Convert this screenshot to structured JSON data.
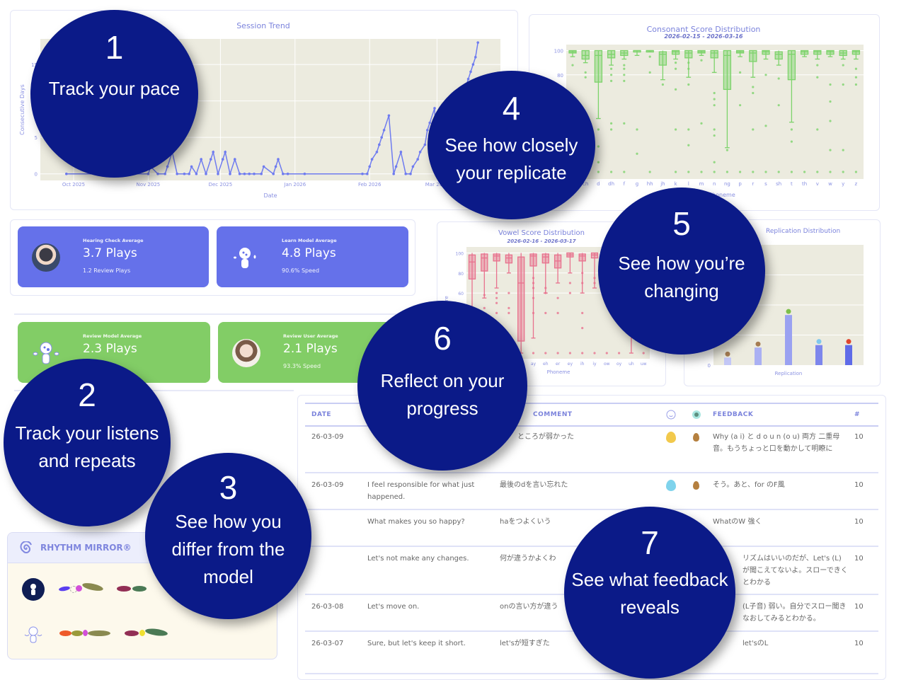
{
  "session_trend": {
    "chart_data": {
      "type": "line",
      "title": "Session Trend",
      "xlabel": "Date",
      "ylabel": "Consecutive Days",
      "x_ticks": [
        [
          "2025-10-01",
          "Oct 2025"
        ],
        [
          "2025-11-01",
          "Nov 2025"
        ],
        [
          "2025-12-01",
          "Dec 2025"
        ],
        [
          "2026-01-01",
          "Jan 2026"
        ],
        [
          "2026-02-01",
          "Feb 2026"
        ],
        [
          "2026-03-01",
          "Mar 2026"
        ]
      ],
      "y_ticks": [
        0,
        5,
        10,
        15
      ],
      "ylim": [
        -0.9,
        18.5
      ],
      "x": [
        "2025-09-28",
        "2025-11-01",
        "2025-11-02",
        "2025-11-05",
        "2025-11-08",
        "2025-11-09",
        "2025-11-11",
        "2025-11-13",
        "2025-11-16",
        "2025-11-18",
        "2025-11-19",
        "2025-11-21",
        "2025-11-23",
        "2025-11-25",
        "2025-11-27",
        "2025-11-28",
        "2025-11-30",
        "2025-12-02",
        "2025-12-03",
        "2025-12-05",
        "2025-12-07",
        "2025-12-09",
        "2025-12-11",
        "2025-12-13",
        "2025-12-15",
        "2025-12-18",
        "2025-12-19",
        "2025-12-23",
        "2025-12-24",
        "2025-12-25",
        "2025-12-27",
        "2025-12-29",
        "2026-01-05",
        "2026-01-29",
        "2026-01-31",
        "2026-02-01",
        "2026-02-02",
        "2026-02-04",
        "2026-02-05",
        "2026-02-06",
        "2026-02-07",
        "2026-02-09",
        "2026-02-11",
        "2026-02-12",
        "2026-02-14",
        "2026-02-16",
        "2026-02-18",
        "2026-02-19",
        "2026-02-21",
        "2026-02-22",
        "2026-02-24",
        "2026-02-25",
        "2026-02-26",
        "2026-02-28",
        "2026-03-01",
        "2026-03-02",
        "2026-03-03",
        "2026-03-04",
        "2026-03-05",
        "2026-03-06",
        "2026-03-07",
        "2026-03-08",
        "2026-03-09",
        "2026-03-10",
        "2026-03-11",
        "2026-03-12",
        "2026-03-13",
        "2026-03-14",
        "2026-03-15",
        "2026-03-16",
        "2026-03-17",
        "2026-03-18"
      ],
      "y": [
        0,
        0,
        1,
        0,
        0,
        1,
        3,
        0,
        0,
        0,
        1,
        0,
        2,
        0,
        2,
        3,
        0,
        2,
        3,
        0,
        2,
        0,
        0,
        0,
        0,
        0,
        1,
        0,
        1,
        2,
        0,
        0,
        0,
        0,
        0,
        1,
        2,
        3,
        4,
        5,
        6,
        8,
        0,
        1,
        3,
        0,
        0,
        1,
        2,
        3,
        4,
        6,
        7,
        9,
        0,
        1,
        2,
        3,
        4,
        5,
        6,
        7,
        8,
        9,
        10,
        11,
        12,
        13,
        14,
        15,
        16,
        18
      ]
    }
  },
  "consonant_chart": {
    "chart_data": {
      "type": "box",
      "title": "Consonant Score Distribution",
      "subtitle": "2026-02-15 - 2026-03-16",
      "xlabel": "Phoneme",
      "ylim": [
        -3,
        105
      ],
      "y_ticks": [
        80,
        100
      ],
      "categories": [
        "b",
        "ch",
        "d",
        "dh",
        "f",
        "g",
        "hh",
        "jh",
        "k",
        "l",
        "m",
        "n",
        "ng",
        "p",
        "r",
        "s",
        "sh",
        "t",
        "th",
        "v",
        "w",
        "y",
        "z"
      ],
      "min": [
        95,
        90,
        44,
        88,
        93,
        96,
        99,
        76,
        93,
        78,
        96,
        82,
        20,
        95,
        78,
        93,
        88,
        41,
        95,
        93,
        95,
        93,
        93
      ],
      "q1": [
        98,
        93,
        74,
        94,
        96,
        99,
        99.5,
        88,
        97,
        94,
        98,
        94,
        68,
        98,
        91,
        97,
        93,
        76,
        97,
        97,
        97,
        96,
        97
      ],
      "median": [
        99,
        96,
        96,
        97,
        98,
        100,
        100,
        97,
        99,
        98,
        99,
        98,
        96,
        99,
        98,
        99,
        97,
        97,
        99,
        99,
        99,
        98,
        99
      ],
      "q3": [
        100,
        100,
        100,
        100,
        100,
        100,
        100,
        99,
        100,
        100,
        100,
        100,
        100,
        100,
        100,
        100,
        99,
        100,
        100,
        100,
        100,
        100,
        100
      ],
      "max": [
        100,
        100,
        100,
        100,
        100,
        100,
        100,
        100,
        100,
        100,
        100,
        100,
        100,
        100,
        100,
        100,
        100,
        100,
        100,
        100,
        100,
        100,
        100
      ],
      "outliers": [
        [
          88,
          0
        ],
        [
          82,
          78,
          0
        ],
        [
          35,
          21,
          8,
          0
        ],
        [
          85,
          80,
          75,
          40,
          35,
          0
        ],
        [
          88,
          85,
          80,
          75,
          40,
          0
        ],
        [
          35,
          15
        ],
        [
          95,
          82,
          0
        ],
        [
          72
        ],
        [
          90,
          85,
          68,
          35,
          0
        ],
        [
          90,
          85,
          72,
          35,
          22,
          0
        ],
        [
          92,
          40,
          0
        ],
        [
          65,
          60,
          55,
          35,
          30,
          8,
          0
        ],
        [
          18,
          0
        ],
        [
          82,
          55,
          0
        ],
        [
          70,
          65,
          35,
          0
        ],
        [
          80,
          38,
          0
        ],
        [
          77,
          55,
          0
        ],
        [
          35,
          25,
          0
        ],
        [
          0
        ],
        [
          88,
          78,
          35,
          0
        ],
        [
          72,
          58,
          42,
          18,
          0
        ],
        [
          88,
          72,
          18,
          0
        ],
        [
          85,
          78,
          72,
          0
        ]
      ]
    }
  },
  "vowel_chart": {
    "chart_data": {
      "type": "box",
      "title": "Vowel Score Distribution",
      "subtitle": "2026-02-16 - 2026-03-17",
      "xlabel": "Phoneme",
      "ylabel": "Score",
      "ylim": [
        -6,
        106
      ],
      "y_ticks": [
        60,
        80,
        100
      ],
      "categories": [
        "aa",
        "ae",
        "ah",
        "ao",
        "aw",
        "ay",
        "eh",
        "er",
        "ey",
        "ih",
        "iy",
        "ow",
        "oy",
        "uh",
        "uw"
      ],
      "min": [
        0,
        55,
        65,
        80,
        0,
        15,
        60,
        70,
        80,
        60,
        65,
        70,
        75,
        0,
        70
      ],
      "q1": [
        74,
        82,
        92,
        90,
        12,
        87,
        90,
        85,
        96,
        92,
        95,
        95,
        96,
        88,
        95
      ],
      "median": [
        91,
        95,
        97,
        95,
        70,
        97,
        96,
        92,
        98,
        97,
        98,
        98,
        99,
        96,
        98
      ],
      "q3": [
        98,
        99,
        99,
        98,
        96,
        99,
        99,
        98,
        100,
        99,
        100,
        100,
        100,
        100,
        100
      ],
      "max": [
        100,
        100,
        100,
        100,
        100,
        100,
        100,
        100,
        100,
        100,
        100,
        100,
        100,
        100,
        100
      ],
      "outliers": [
        [
          45,
          0
        ],
        [
          58,
          45,
          0
        ],
        [
          60,
          55,
          50,
          40,
          0
        ],
        [
          60,
          45,
          40,
          0
        ],
        [],
        [
          75,
          70,
          65,
          55,
          40,
          0
        ],
        [
          65,
          60,
          40,
          0
        ],
        [
          55,
          40,
          0
        ],
        [
          70,
          60,
          0
        ],
        [
          80,
          70,
          40,
          25,
          0
        ],
        [
          75,
          70,
          0
        ],
        [
          50,
          0
        ],
        [
          0
        ],
        [],
        [
          0
        ]
      ]
    }
  },
  "replication_chart": {
    "chart_data": {
      "type": "bar",
      "title": "Replication Distribution",
      "xlabel": "Replication",
      "y_ticks": [
        0
      ],
      "ylim": [
        0,
        48
      ],
      "categories": [
        "seed",
        "sprout",
        "plant",
        "flower",
        "fruit"
      ],
      "values": [
        3,
        7,
        20,
        8,
        8
      ],
      "colors": [
        "#c3c7f6",
        "#aab0f3",
        "#9aa1f1",
        "#7d86ec",
        "#5f6be8"
      ]
    }
  },
  "stats": {
    "hearing": {
      "label": "Hearing Check Average",
      "value": "3.7 Plays",
      "sub": "1.2 Review Plays"
    },
    "learn": {
      "label": "Learn Model Average",
      "value": "4.8 Plays",
      "sub": "90.6% Speed"
    },
    "review_model": {
      "label": "Review Model Average",
      "value": "2.3 Plays"
    },
    "review_user": {
      "label": "Review User Average",
      "value": "2.1 Plays",
      "sub": "93.3% Speed"
    }
  },
  "table": {
    "headers": {
      "date": "DATE",
      "comment": "COMMENT",
      "feedback": "FEEDBACK",
      "count": "#"
    },
    "rows": [
      {
        "date": "26-03-09",
        "response": "",
        "comment": "ところが弱かった",
        "face": "#f2c94c",
        "feedback": "Why (a i) と d o u n (o u) 両方 二重母音。もうちょっと口を動かして明瞭に",
        "count": "10"
      },
      {
        "date": "26-03-09",
        "response": "I feel responsible for what just happened.",
        "comment": "最後のdを言い忘れた",
        "face": "#7fd3ec",
        "feedback": "そう。あと、for のF風",
        "count": "10"
      },
      {
        "date": "",
        "response": "What makes you so happy?",
        "comment": "haをつよくいう",
        "face": "",
        "feedback": "WhatのW 強く",
        "count": "10"
      },
      {
        "date": "",
        "response": "Let's not make any changes.",
        "comment": "何が違うかよくわ",
        "face": "",
        "feedback": "リズムはいいのだが、Let's (L) が聞こえてないよ。スローできくとわかる",
        "count": "10"
      },
      {
        "date": "26-03-08",
        "response": "Let's move on.",
        "comment": "onの言い方が違う",
        "face": "",
        "feedback": "(L子音) 弱い。自分でスロー聞きなおしてみるとわかる。",
        "count": "10"
      },
      {
        "date": "26-03-07",
        "response": "Sure, but let's keep it short.",
        "comment": "let'sが短すぎた",
        "face": "",
        "feedback": "let'sのL",
        "count": "10"
      }
    ]
  },
  "rhythm_mirror": {
    "title": "RHYTHM MIRROR®"
  },
  "callouts": [
    {
      "num": "1",
      "text": "Track your pace"
    },
    {
      "num": "2",
      "text": "Track your listens and repeats"
    },
    {
      "num": "3",
      "text": "See how you differ from the model"
    },
    {
      "num": "4",
      "text": "See how closely your replicate"
    },
    {
      "num": "5",
      "text": "See how you’re changing"
    },
    {
      "num": "6",
      "text": "Reflect on your progress"
    },
    {
      "num": "7",
      "text": "See what feedback reveals"
    }
  ],
  "colors": {
    "callout": "#0b1a88",
    "blue_card": "#6571ea",
    "green_card": "#82cd66",
    "consonant": "#7dd36b",
    "vowel": "#e8728e"
  }
}
